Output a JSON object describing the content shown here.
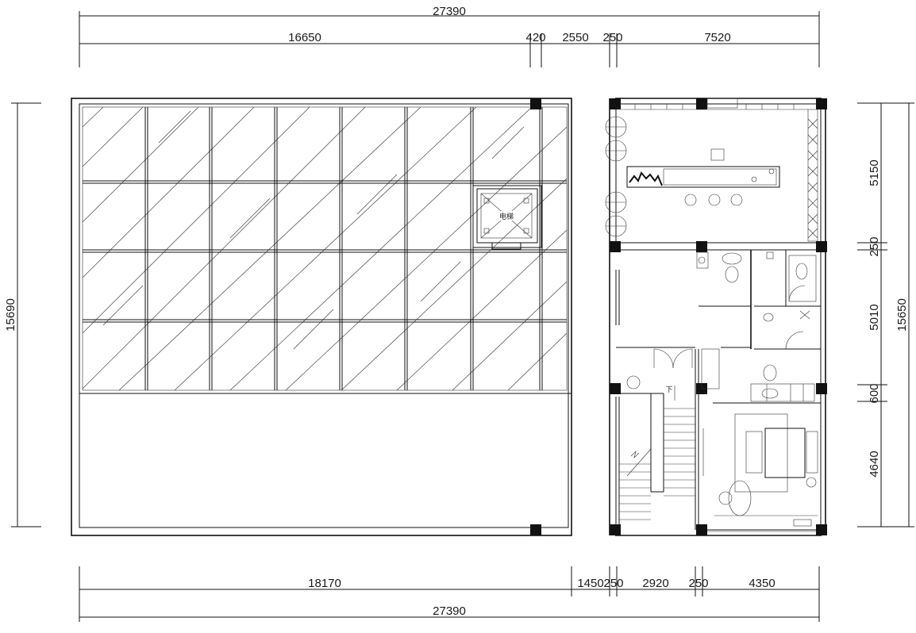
{
  "dimensions": {
    "top_total": "27390",
    "top_segments": [
      "16650",
      "420",
      "2550",
      "250",
      "7520"
    ],
    "bottom_segments": [
      "18170",
      "1450",
      "250",
      "2920",
      "250",
      "4350"
    ],
    "bottom_total": "27390",
    "left_total": "15690",
    "right_segments": [
      "5150",
      "250",
      "5010",
      "600",
      "4640"
    ],
    "right_total": "15650"
  },
  "labels": {
    "elevator": "电梯",
    "stair_down": "下"
  },
  "colors": {
    "line": "#111111",
    "background": "#ffffff"
  }
}
